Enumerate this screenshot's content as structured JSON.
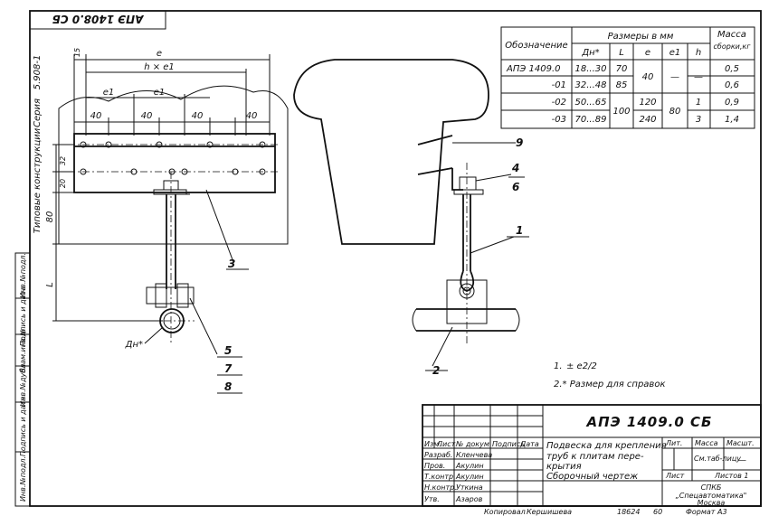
{
  "sheet": {
    "stamp_top": "АПЭ 1408.0 СБ",
    "side_series_label": "Серия",
    "side_series_value": "5.908-1",
    "side_title": "Типовые конструкции"
  },
  "side_columns": [
    "Инв.№подл.",
    "Подпись и дата",
    "Взам.инв.№",
    "Инв.№дубл.",
    "Подпись и дата",
    "Инв.№подл.",
    "Подпись и дата"
  ],
  "spec_table": {
    "header_designation": "Обозначение",
    "header_sizes": "Размеры в мм",
    "header_mass": "Масса",
    "header_mass_sub": "сборки,кг",
    "columns": [
      "Дн*",
      "L",
      "e",
      "e1",
      "h"
    ],
    "rows": [
      {
        "designation": "АПЭ 1409.0",
        "dn": "18...30",
        "L": "70",
        "e": "40",
        "e1": "—",
        "h": "—",
        "mass": "0,5"
      },
      {
        "designation": "-01",
        "dn": "32...48",
        "L": "85",
        "e": "",
        "e1": "",
        "h": "",
        "mass": "0,6"
      },
      {
        "designation": "-02",
        "dn": "50...65",
        "L": "100",
        "e": "120",
        "e1": "80",
        "h": "1",
        "mass": "0,9"
      },
      {
        "designation": "-03",
        "dn": "70...89",
        "L": "",
        "e": "240",
        "e1": "",
        "h": "3",
        "mass": "1,4"
      }
    ]
  },
  "dimensions": {
    "e": "e",
    "h_e1": "h × e1",
    "e1": "e1",
    "d15": "15",
    "d40": "40",
    "d20": "20",
    "d32": "32",
    "d80": "80",
    "L": "L",
    "dn": "Дн*"
  },
  "callouts": [
    "1",
    "2",
    "3",
    "4",
    "5",
    "6",
    "7",
    "8",
    "9"
  ],
  "notes": {
    "note1_prefix": "1.",
    "note1_formula": "± e2/2",
    "note2": "2.* Размер для справок"
  },
  "title_block": {
    "code": "АПЭ 1409.0 СБ",
    "name_line1": "Подвеска для крепления",
    "name_line2": "труб к плитам пере-",
    "name_line3": "крытия",
    "doc_type": "Сборочный чертеж",
    "h_change": "Изм.",
    "h_sheet": "Лист",
    "h_docno": "№ докум.",
    "h_sign": "Подпись",
    "h_date": "Дата",
    "r1_role": "Разраб.",
    "r1_name": "Кленчева",
    "r2_role": "Пров.",
    "r2_name": "Акулин",
    "r3_role": "Т.контр.",
    "r3_name": "Акулин",
    "r4_role": "Н.контр.",
    "r4_name": "Уткина",
    "r5_role": "Утв.",
    "r5_name": "Азаров",
    "lit": "Лит.",
    "mass": "Масса",
    "scale": "Масшт.",
    "mass_value": "См.таб-лицу",
    "scale_value": "—",
    "sheet_label": "Лист",
    "sheets_label": "Листов 1",
    "org1": "СПКБ",
    "org2": "„Спецавтоматика\"",
    "org3": "Москва"
  },
  "footer": {
    "copied": "Копировал",
    "copier": "Кершишева",
    "num1": "18624",
    "num2": "60",
    "format": "Формат  А3"
  }
}
